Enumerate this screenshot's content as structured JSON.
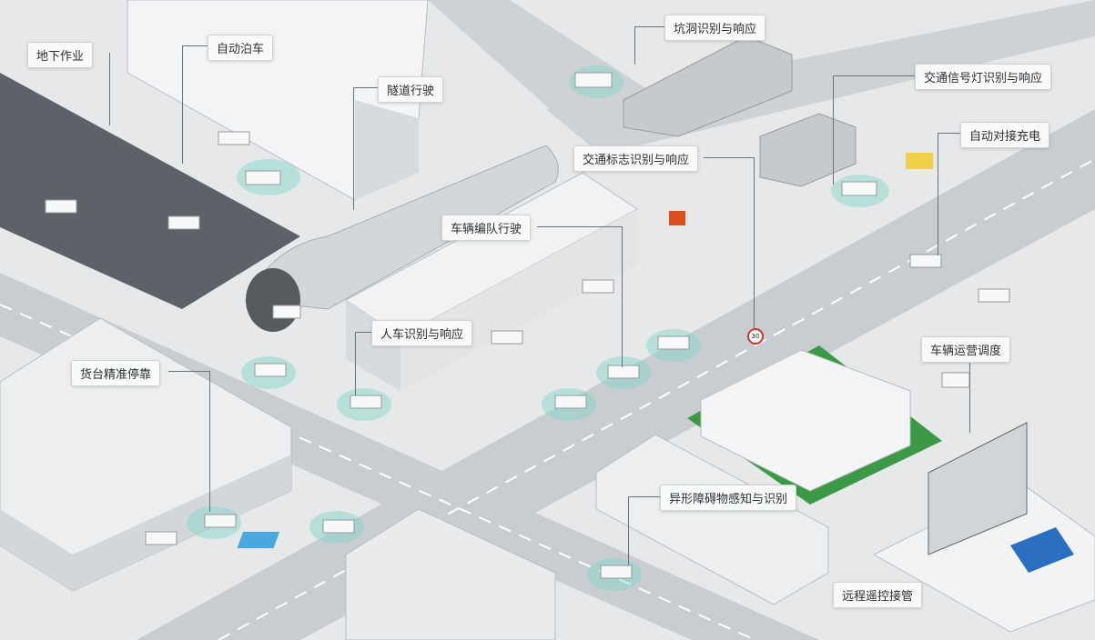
{
  "labels": {
    "underground": "地下作业",
    "auto_parking": "自动泊车",
    "tunnel": "隧道行驶",
    "pothole": "坑洞识别与响应",
    "traffic_light": "交通信号灯识别与响应",
    "auto_charging": "自动对接充电",
    "traffic_sign": "交通标志识别与响应",
    "platooning": "车辆编队行驶",
    "pedestrian": "人车识别与响应",
    "dock_precision": "货台精准停靠",
    "fleet_dispatch": "车辆运营调度",
    "obstacle": "异形障碍物感知与识别",
    "remote_takeover": "远程遥控接管"
  },
  "speed_sign": "30",
  "colors": {
    "road": "#c9ccd0",
    "parking": "#5d6268",
    "glow": "#7fd6c8",
    "truck_cab": "#2a6fc0",
    "lawn": "#3c9a46"
  }
}
